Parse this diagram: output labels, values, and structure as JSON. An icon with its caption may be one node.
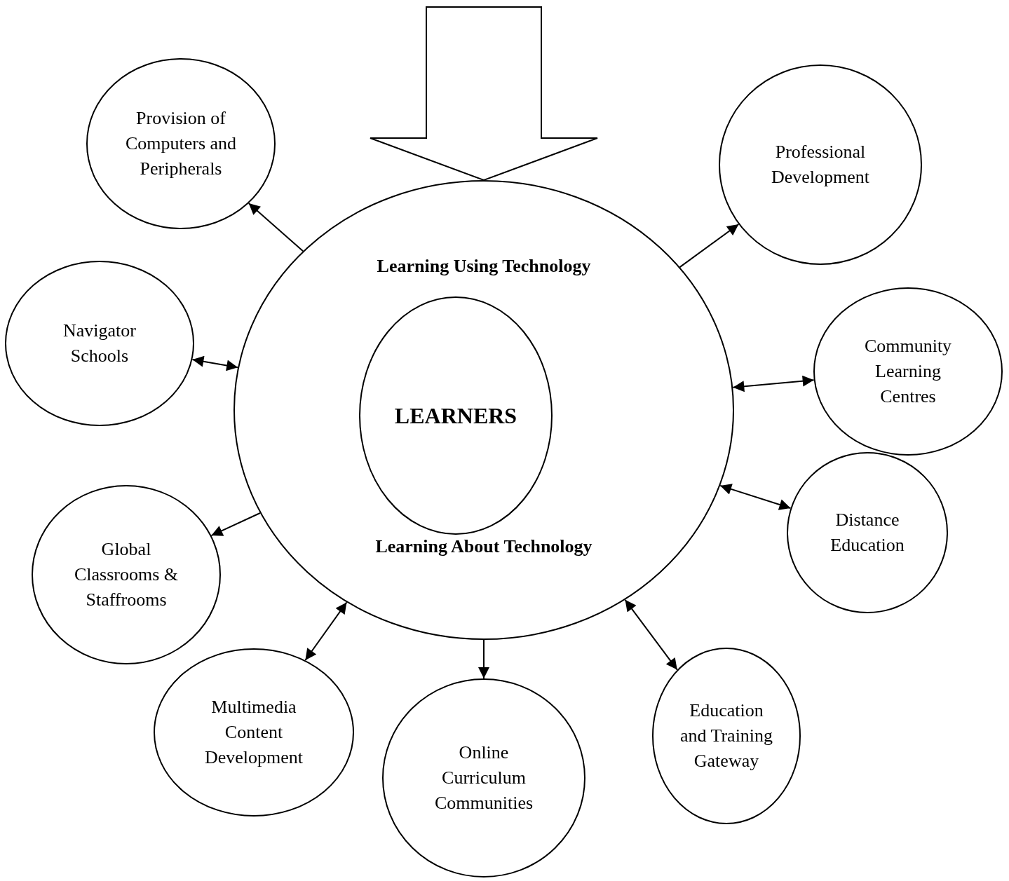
{
  "diagram": {
    "nodes": [
      {
        "text": [
          "Learning Using Technology",
          "Learning About Technology"
        ]
      },
      {
        "text": [
          "LEARNERS"
        ],
        "in": 0
      },
      {
        "text": [
          "Provision of Computers and Peripherals"
        ]
      },
      {
        "text": [
          "Professional Development"
        ]
      },
      {
        "text": [
          "Navigator Schools"
        ]
      },
      {
        "text": [
          "Community Learning Centres"
        ]
      },
      {
        "text": [
          "Distance Education"
        ]
      },
      {
        "text": [
          "Global Classrooms & Staffrooms"
        ]
      },
      {
        "text": [
          "Multimedia Content Development"
        ]
      },
      {
        "text": [
          "Education and Training Gateway"
        ]
      },
      {
        "text": [
          "Online Curriculum Communities"
        ]
      }
    ],
    "edges": [
      {
        "from": null,
        "to": 0,
        "arrow": "to",
        "style": "thick"
      },
      {
        "from": 0,
        "to": 2,
        "arrow": "to"
      },
      {
        "from": 0,
        "to": 3,
        "arrow": "to"
      },
      {
        "from": 0,
        "to": 4,
        "arrow": "both"
      },
      {
        "from": 0,
        "to": 5,
        "arrow": "both"
      },
      {
        "from": 0,
        "to": 6,
        "arrow": "both"
      },
      {
        "from": 0,
        "to": 7,
        "arrow": "to"
      },
      {
        "from": 0,
        "to": 8,
        "arrow": "both"
      },
      {
        "from": 0,
        "to": 9,
        "arrow": "both"
      },
      {
        "from": 0,
        "to": 10,
        "arrow": "to"
      }
    ]
  }
}
